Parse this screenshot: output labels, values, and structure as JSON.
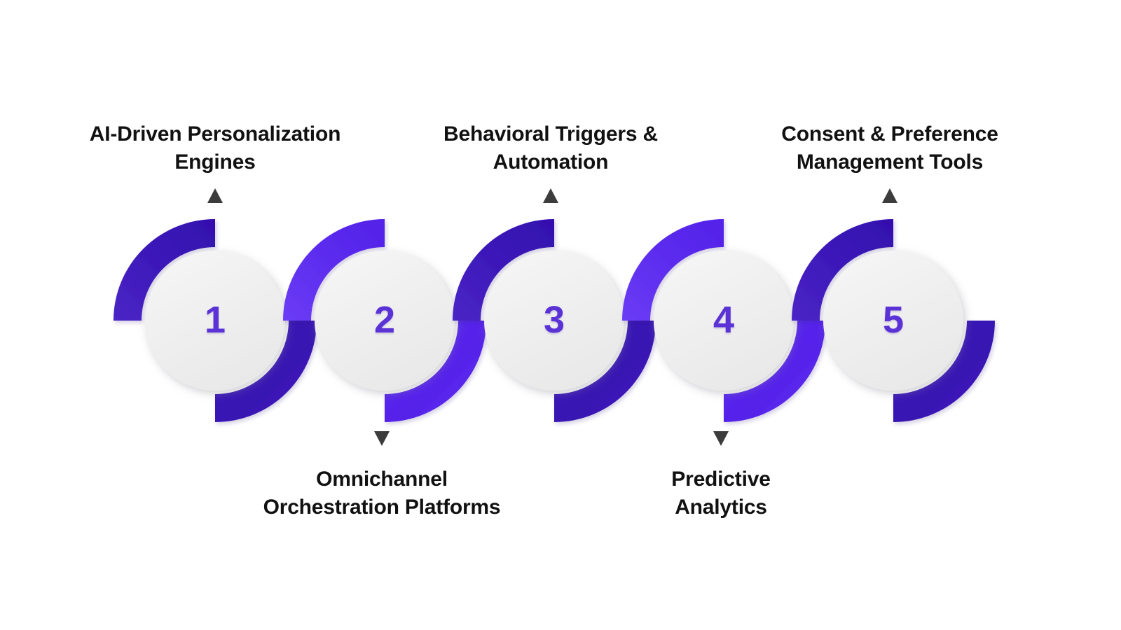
{
  "diagram": {
    "type": "numbered-circular-steps",
    "orientation": "horizontal",
    "step_count": 5,
    "background_color": "#FFFFFF",
    "colors": {
      "ring_dark": "#3B17B8",
      "ring_light": "#5B2BEE",
      "inner_disc": "#EFEFEF",
      "number_text": "#5B32D6",
      "label_text": "#111111",
      "arrow": "#3C3C3C"
    },
    "steps": [
      {
        "number": "1",
        "label": "AI-Driven Personalization\nEngines",
        "label_position": "top",
        "ring_color": "#3B17B8",
        "connector": "up-triangle"
      },
      {
        "number": "2",
        "label": "Omnichannel\nOrchestration Platforms",
        "label_position": "bottom",
        "ring_color": "#5B2BEE",
        "connector": "down-triangle"
      },
      {
        "number": "3",
        "label": "Behavioral Triggers &\nAutomation",
        "label_position": "top",
        "ring_color": "#3B17B8",
        "connector": "up-triangle"
      },
      {
        "number": "4",
        "label": "Predictive\nAnalytics",
        "label_position": "bottom",
        "ring_color": "#5B2BEE",
        "connector": "down-triangle"
      },
      {
        "number": "5",
        "label": "Consent & Preference\nManagement Tools",
        "label_position": "top",
        "ring_color": "#3B17B8",
        "connector": "up-triangle"
      }
    ]
  }
}
